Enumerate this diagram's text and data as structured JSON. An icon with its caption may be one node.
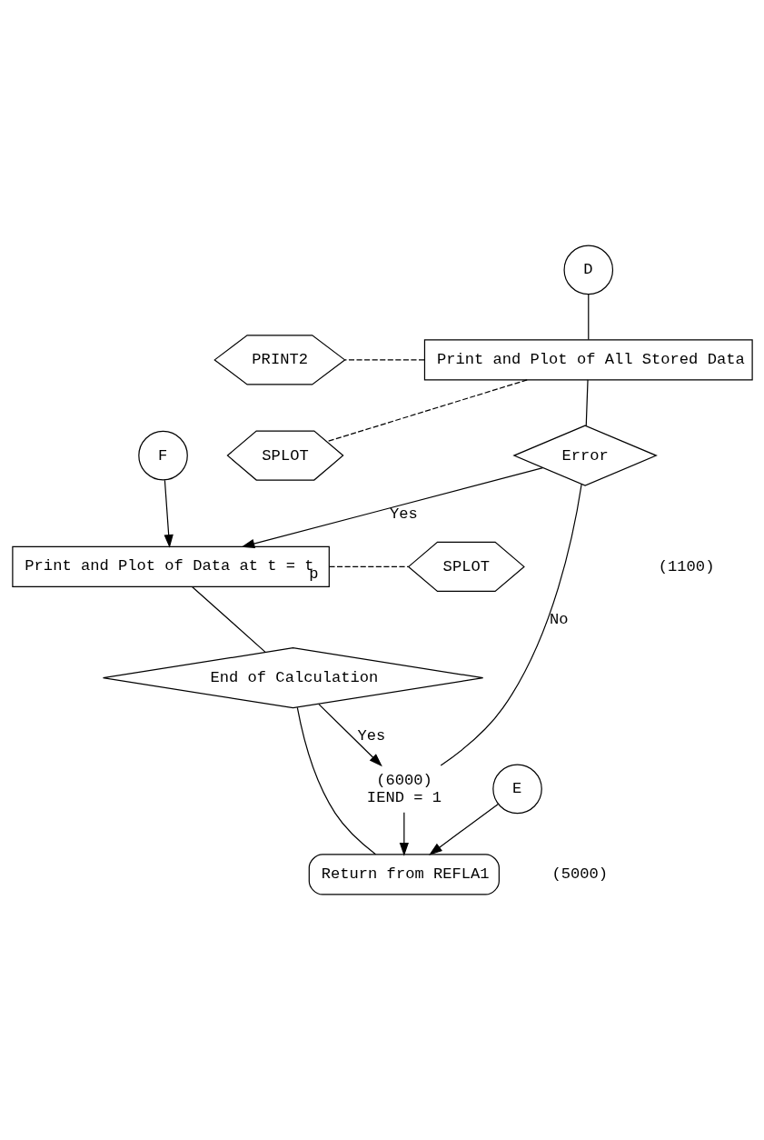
{
  "diagram": {
    "nodes": [
      {
        "text": [
          "D"
        ]
      },
      {
        "text": [
          "E"
        ]
      },
      {
        "text": [
          "F"
        ]
      },
      {
        "text": [
          "Print and Plot of All Stored Data"
        ]
      },
      {
        "text": [
          "PRINT2"
        ]
      },
      {
        "text": [
          "SPLOT"
        ]
      },
      {
        "text": [
          "Error"
        ]
      },
      {
        "text": [
          "Print and Plot of Data at t = t$_{p}$"
        ]
      },
      {
        "text": [
          "SPLOT"
        ]
      },
      {
        "text": [
          "End of Calculation"
        ]
      },
      {
        "text": [
          "(6000)",
          "IEND = 1"
        ]
      },
      {
        "text": [
          "Return from REFLA1"
        ]
      }
    ],
    "edges": [
      {
        "from": 0,
        "to": 3,
        "arrow": "none"
      },
      {
        "from": 3,
        "to": 4,
        "arrow": "none",
        "style": "dashed"
      },
      {
        "from": 3,
        "to": 5,
        "arrow": "none",
        "style": "dashed"
      },
      {
        "from": 3,
        "to": 6,
        "arrow": "none"
      },
      {
        "from": 6,
        "to": 7,
        "arrow": "to",
        "label": "Yes"
      },
      {
        "from": 2,
        "to": 7,
        "arrow": "to"
      },
      {
        "from": 6,
        "to": 10,
        "arrow": "none",
        "label": "No"
      },
      {
        "from": 7,
        "to": 8,
        "arrow": "none",
        "style": "dashed"
      },
      {
        "from": 7,
        "to": 9,
        "arrow": "none"
      },
      {
        "from": 9,
        "to": 10,
        "arrow": "to",
        "label": "Yes"
      },
      {
        "from": 9,
        "to": 11,
        "arrow": "none"
      },
      {
        "from": 10,
        "to": 11,
        "arrow": "to"
      },
      {
        "from": 1,
        "to": 11,
        "arrow": "to"
      }
    ],
    "labels": [
      "(1100)",
      "(5000)"
    ]
  }
}
